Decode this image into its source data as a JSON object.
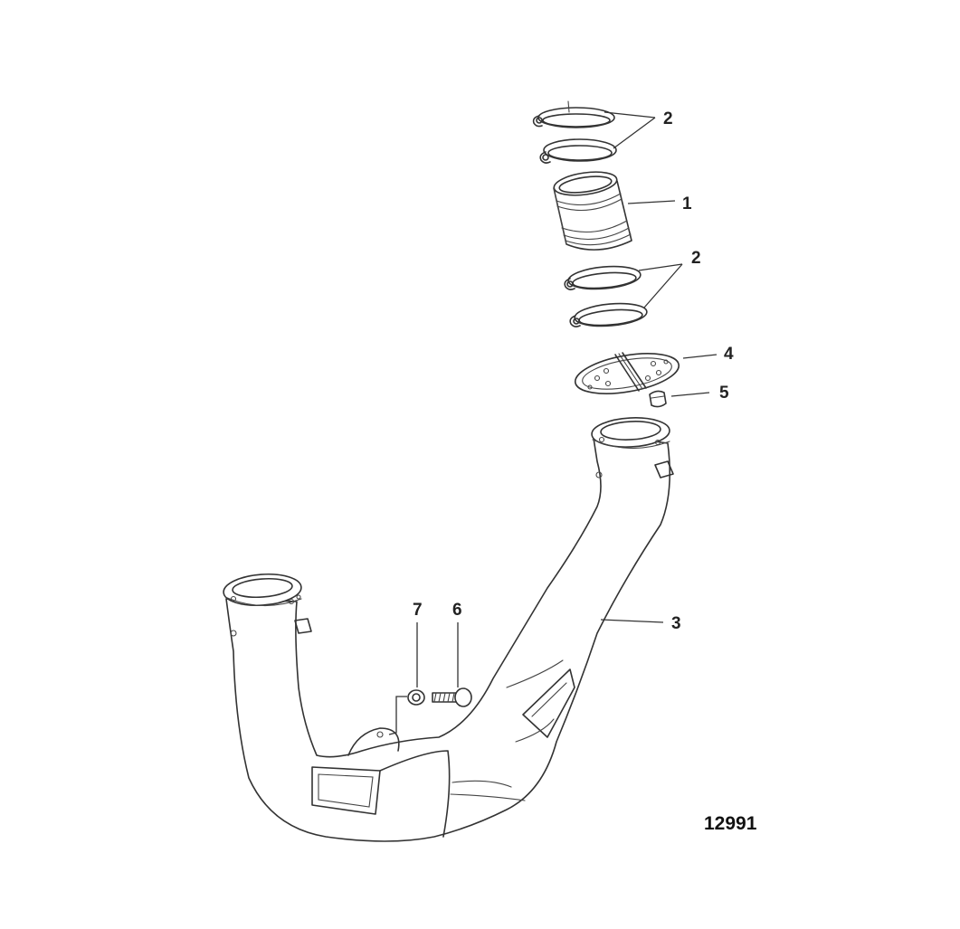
{
  "callouts": {
    "clamp_upper": "2",
    "hose": "1",
    "clamp_lower": "2",
    "flapper_valve": "4",
    "retainer": "5",
    "exhaust_pipe": "3",
    "washer": "7",
    "screw": "6"
  },
  "drawing_number": "12991"
}
